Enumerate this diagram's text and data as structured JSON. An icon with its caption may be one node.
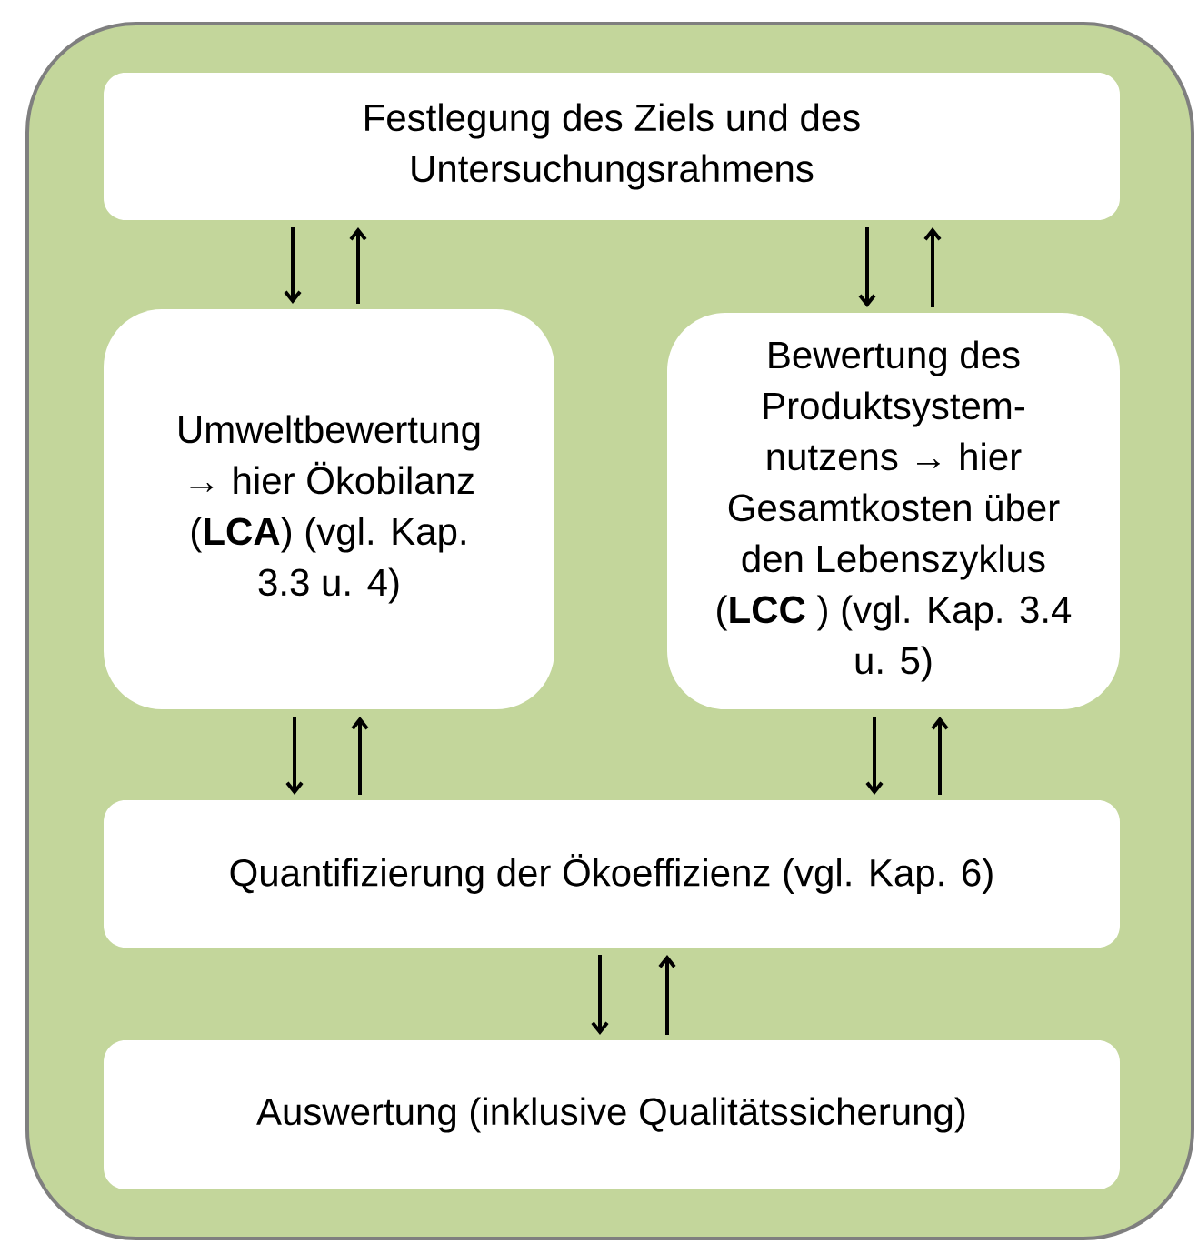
{
  "diagram": {
    "nodes": [
      {
        "text": [],
        "shape": "box"
      },
      {
        "text": [
          "Festlegung des Ziels und des Untersuchungsrahmens"
        ],
        "in": 0
      },
      {
        "text": [
          "Umweltbewertung → hier Ökobilanz (**LCA**) (vgl. Kap. 3.3 u. 4)"
        ],
        "in": 0
      },
      {
        "text": [
          "Bewertung des Produktsystem- nutzens → hier Gesamtkosten über den Lebenszyklus (**LCC** ) (vgl. Kap. 3.4 u. 5)"
        ],
        "in": 0
      },
      {
        "text": [
          "Quantifizierung der Ökoeffizienz (vgl. Kap. 6)"
        ],
        "in": 0
      },
      {
        "text": [
          "Auswertung (inklusive Qualitätssicherung)"
        ],
        "in": 0
      }
    ],
    "edges": [
      {
        "from": 1,
        "to": 2,
        "arrow": "to"
      },
      {
        "from": 2,
        "to": 1,
        "arrow": "to"
      },
      {
        "from": 1,
        "to": 3,
        "arrow": "to"
      },
      {
        "from": 3,
        "to": 1,
        "arrow": "to"
      },
      {
        "from": 2,
        "to": 4,
        "arrow": "to"
      },
      {
        "from": 4,
        "to": 2,
        "arrow": "to"
      },
      {
        "from": 3,
        "to": 4,
        "arrow": "to"
      },
      {
        "from": 4,
        "to": 3,
        "arrow": "to"
      },
      {
        "from": 4,
        "to": 5,
        "arrow": "to"
      },
      {
        "from": 5,
        "to": 4,
        "arrow": "to"
      }
    ]
  }
}
